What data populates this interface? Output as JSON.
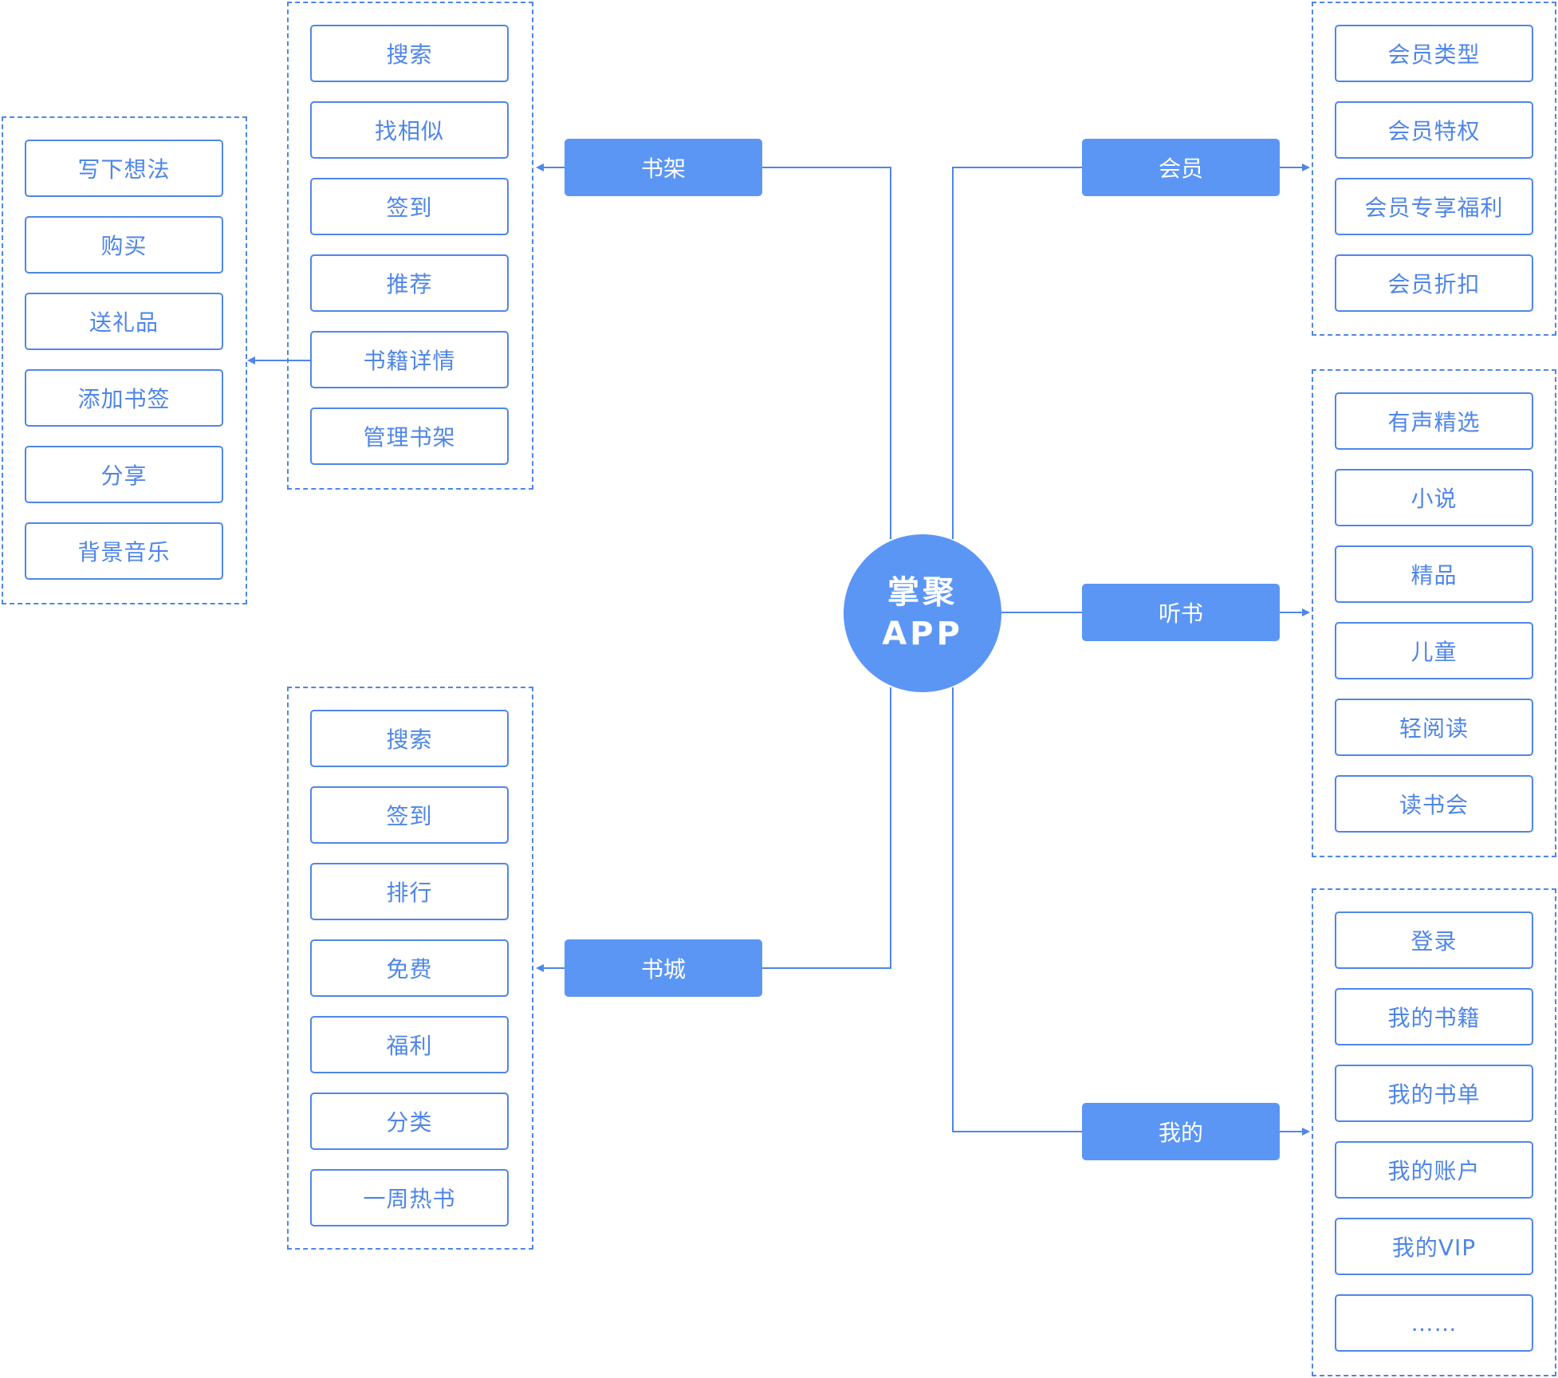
{
  "center": {
    "line1": "掌聚",
    "line2": "APP"
  },
  "categories": {
    "shelf": "书架",
    "store": "书城",
    "member": "会员",
    "listen": "听书",
    "mine": "我的"
  },
  "shelf_items": [
    "搜索",
    "找相似",
    "签到",
    "推荐",
    "书籍详情",
    "管理书架"
  ],
  "detail_items": [
    "写下想法",
    "购买",
    "送礼品",
    "添加书签",
    "分享",
    "背景音乐"
  ],
  "store_items": [
    "搜索",
    "签到",
    "排行",
    "免费",
    "福利",
    "分类",
    "一周热书"
  ],
  "member_items": [
    "会员类型",
    "会员特权",
    "会员专享福利",
    "会员折扣"
  ],
  "listen_items": [
    "有声精选",
    "小说",
    "精品",
    "儿童",
    "轻阅读",
    "读书会"
  ],
  "mine_items": [
    "登录",
    "我的书籍",
    "我的书单",
    "我的账户",
    "我的VIP",
    "……"
  ],
  "colors": {
    "accent": "#5b96f5",
    "line": "#4f86e8",
    "background": "#ffffff"
  }
}
